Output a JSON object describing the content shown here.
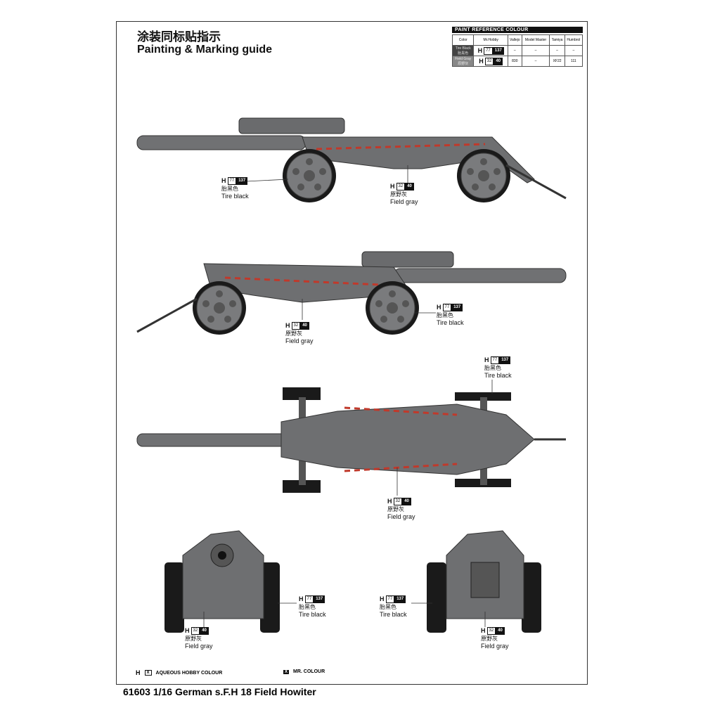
{
  "title_cn": "涂装同标贴指示",
  "title_en": "Painting & Marking guide",
  "paint_table": {
    "header": "PAINT  REFERENCE COLOUR",
    "columns": [
      "Color",
      "Mr.Hobby",
      "Vallejo",
      "Model Master",
      "Tamiya",
      "Humbrol"
    ],
    "rows": [
      {
        "color_en": "Tire Black",
        "color_cn": "胎黑色",
        "h": "H",
        "aq": "77",
        "mr": "137",
        "vallejo": "–",
        "model_master": "–",
        "tamiya": "–",
        "humbrol": "–"
      },
      {
        "color_en": "Field Gray",
        "color_cn": "原野灰",
        "h": "H",
        "aq": "32",
        "mr": "40",
        "vallejo": "830",
        "model_master": "–",
        "tamiya": "XF22",
        "humbrol": "111"
      }
    ]
  },
  "callouts": {
    "tire": {
      "h": "H",
      "aq": "77",
      "mr": "137",
      "cn": "胎黑色",
      "en": "Tire black"
    },
    "gray": {
      "h": "H",
      "aq": "32",
      "mr": "40",
      "cn": "原野灰",
      "en": "Field gray"
    }
  },
  "legend": {
    "h": "H",
    "x": "X",
    "aqueous": "AQUEOUS HOBBY COLOUR",
    "mr": "MR. COLOUR"
  },
  "footer": "61603 1/16 German s.F.H 18 Field Howiter",
  "colors": {
    "gray": "#6e6f71",
    "black": "#1a1a1a",
    "stripe": "#c0392b"
  }
}
